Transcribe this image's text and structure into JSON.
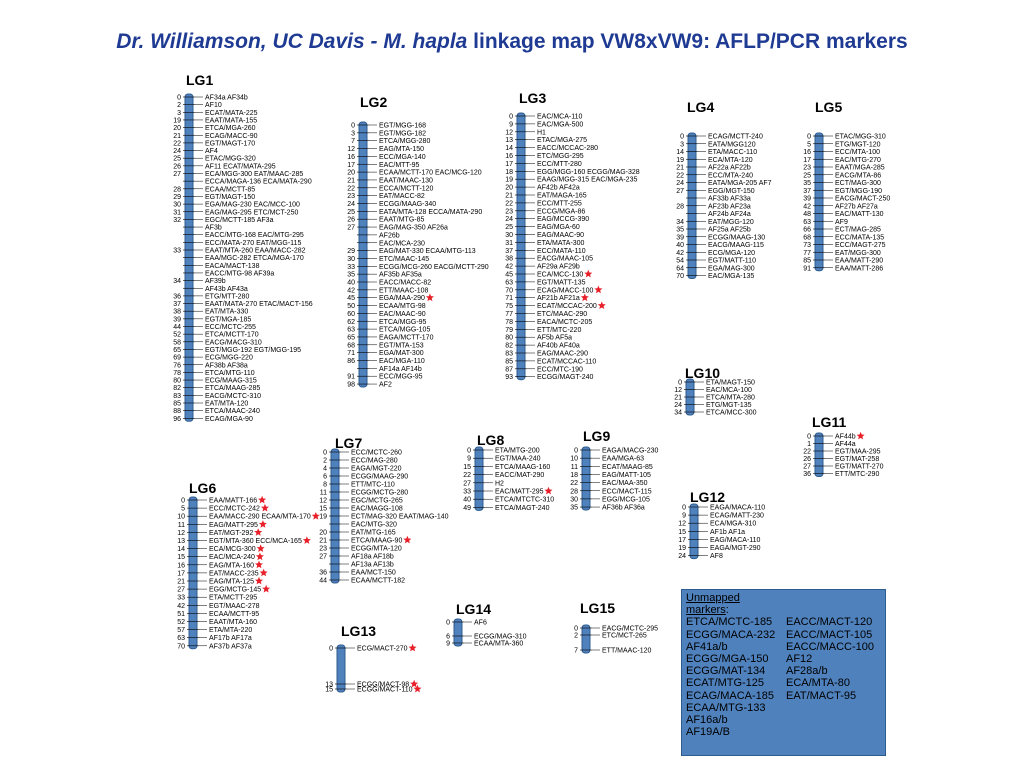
{
  "title": {
    "part1": "Dr. Williamson, UC Davis - M. hapla",
    "part2": " linkage map  VW8xVW9: AFLP/PCR markers"
  },
  "colors": {
    "title": "#1f3a93",
    "bar": "#4f81bd",
    "bar_outline": "#2f5c8f",
    "star": "#e8202a"
  },
  "groups": [
    {
      "name": "LG1",
      "markers": [
        {
          "pos": "0",
          "label": "AF34a AF34b"
        },
        {
          "pos": "2",
          "label": "AF10"
        },
        {
          "pos": "3",
          "label": "ECAT/MATA-225"
        },
        {
          "pos": "19",
          "label": "EAAT/MATA-155"
        },
        {
          "pos": "20",
          "label": "ETCA/MGA-260"
        },
        {
          "pos": "21",
          "label": "ECAG/MACC-90"
        },
        {
          "pos": "22",
          "label": "EGT/MAGT-170"
        },
        {
          "pos": "24",
          "label": "AF4"
        },
        {
          "pos": "25",
          "label": "ETAC/MGG-320"
        },
        {
          "pos": "26",
          "label": "AF11 ECAT/MATA-295"
        },
        {
          "pos": "27",
          "label": "ECA/MGG-300 EAT/MAAC-285"
        },
        {
          "pos": "",
          "label": "ECCA/MAGA-136 ECA/MATA-290"
        },
        {
          "pos": "28",
          "label": "ECAA/MCTT-85"
        },
        {
          "pos": "29",
          "label": "EGT/MAGT-150"
        },
        {
          "pos": "30",
          "label": "EGA/MAG-230 EAC/MCC-100"
        },
        {
          "pos": "31",
          "label": "EAG/MAG-295 ETC/MCT-250"
        },
        {
          "pos": "32",
          "label": "EGC/MCTT-185 AF3a"
        },
        {
          "pos": "",
          "label": "AF3b"
        },
        {
          "pos": "",
          "label": "EACC/MTG-168 EAC/MTG-295"
        },
        {
          "pos": "",
          "label": "ECC/MATA-270 EAT/MGG-115"
        },
        {
          "pos": "33",
          "label": "EAAT/MTA-260 EAA/MACC-282"
        },
        {
          "pos": "",
          "label": "EAA/MGC-282 ETCA/MGA-170"
        },
        {
          "pos": "",
          "label": "EACA/MACT-138"
        },
        {
          "pos": "",
          "label": "EACC/MTG-98 AF39a"
        },
        {
          "pos": "34",
          "label": "AF39b"
        },
        {
          "pos": "",
          "label": "AF43b AF43a"
        },
        {
          "pos": "36",
          "label": "ETG/MTT-280"
        },
        {
          "pos": "37",
          "label": "EAAT/MATA-270 ETAC/MACT-156"
        },
        {
          "pos": "38",
          "label": "EAT/MTA-330"
        },
        {
          "pos": "39",
          "label": "EGT/MGA-185"
        },
        {
          "pos": "44",
          "label": "ECC/MCTC-255"
        },
        {
          "pos": "52",
          "label": "ETCA/MCTT-170"
        },
        {
          "pos": "58",
          "label": "EACG/MACG-310"
        },
        {
          "pos": "65",
          "label": "EGT/MGG-192 EGT/MGG-195"
        },
        {
          "pos": "69",
          "label": "ECG/MGG-220"
        },
        {
          "pos": "76",
          "label": "AF38b AF38a"
        },
        {
          "pos": "78",
          "label": "ETCA/MTG-110"
        },
        {
          "pos": "80",
          "label": "ECG/MAAG-315"
        },
        {
          "pos": "82",
          "label": "ETCA/MAAG-285"
        },
        {
          "pos": "83",
          "label": "EACG/MCTC-310"
        },
        {
          "pos": "85",
          "label": "EAT/MTA-120"
        },
        {
          "pos": "88",
          "label": "ETCA/MAAC-240"
        },
        {
          "pos": "96",
          "label": "ECAG/MGA-90"
        }
      ]
    },
    {
      "name": "LG2",
      "markers": [
        {
          "pos": "0",
          "label": "EGT/MGG-168"
        },
        {
          "pos": "3",
          "label": "EGT/MGG-182"
        },
        {
          "pos": "7",
          "label": "ETCA/MGG-280"
        },
        {
          "pos": "12",
          "label": "EAG/MTA-150"
        },
        {
          "pos": "16",
          "label": "ECC/MGA-140"
        },
        {
          "pos": "17",
          "label": "EAC/MTT-95"
        },
        {
          "pos": "20",
          "label": "ECAA/MCTT-170 EAC/MCG-120"
        },
        {
          "pos": "21",
          "label": "EAAT/MAAC-130"
        },
        {
          "pos": "22",
          "label": "ECCA/MCTT-120"
        },
        {
          "pos": "23",
          "label": "EAT/MACC-82"
        },
        {
          "pos": "24",
          "label": "ECGG/MAAG-340"
        },
        {
          "pos": "25",
          "label": "EATA/MTA-128 ECCA/MATA-290"
        },
        {
          "pos": "26",
          "label": "EAAT/MTG-85"
        },
        {
          "pos": "27",
          "label": "EAG/MAG-350 AF26a"
        },
        {
          "pos": "",
          "label": "AF26b"
        },
        {
          "pos": "",
          "label": "EAC/MCA-230"
        },
        {
          "pos": "29",
          "label": "EAG/MAT-330 ECAA/MTG-113"
        },
        {
          "pos": "30",
          "label": "ETC/MAAC-145"
        },
        {
          "pos": "33",
          "label": "ECGG/MCG-260 EACG/MCTT-290"
        },
        {
          "pos": "35",
          "label": "AF35b AF35a"
        },
        {
          "pos": "40",
          "label": "EACC/MACC-82"
        },
        {
          "pos": "42",
          "label": "ETT/MAAC-108"
        },
        {
          "pos": "45",
          "label": "EGA/MAA-290",
          "star": true
        },
        {
          "pos": "50",
          "label": "ECAA/MTG-98"
        },
        {
          "pos": "60",
          "label": "EAC/MAAC-90"
        },
        {
          "pos": "62",
          "label": "ETCA/MGG-95"
        },
        {
          "pos": "63",
          "label": "ETCA/MGG-105"
        },
        {
          "pos": "65",
          "label": "EAGA/MCTT-170"
        },
        {
          "pos": "68",
          "label": "EGT/MTA-153"
        },
        {
          "pos": "71",
          "label": "EGA/MAT-300"
        },
        {
          "pos": "86",
          "label": "EAC/MGA-110"
        },
        {
          "pos": "",
          "label": "AF14a AF14b"
        },
        {
          "pos": "91",
          "label": "ECC/MGG-95"
        },
        {
          "pos": "98",
          "label": "AF2"
        }
      ]
    },
    {
      "name": "LG3",
      "markers": [
        {
          "pos": "0",
          "label": "EAC/MCA-110"
        },
        {
          "pos": "9",
          "label": "EAC/MGA-500"
        },
        {
          "pos": "12",
          "label": "H1"
        },
        {
          "pos": "13",
          "label": "ETAC/MGA-275"
        },
        {
          "pos": "14",
          "label": "EACC/MCCAC-280"
        },
        {
          "pos": "16",
          "label": "ETC/MGG-295"
        },
        {
          "pos": "17",
          "label": "ECC/MTT-280"
        },
        {
          "pos": "18",
          "label": "EGG/MGG-160 ECGG/MAG-328"
        },
        {
          "pos": "19",
          "label": "EAAG/MGG-315 EAC/MGA-235"
        },
        {
          "pos": "20",
          "label": "AF42b AF42a"
        },
        {
          "pos": "21",
          "label": "EAT/MAGA-165"
        },
        {
          "pos": "22",
          "label": "ECC/MTT-255"
        },
        {
          "pos": "23",
          "label": "ECCG/MGA-86"
        },
        {
          "pos": "24",
          "label": "EAG/MCCG-390"
        },
        {
          "pos": "25",
          "label": "EAG/MGA-60"
        },
        {
          "pos": "30",
          "label": "EAG/MAAC-90"
        },
        {
          "pos": "31",
          "label": "ETA/MATA-300"
        },
        {
          "pos": "37",
          "label": "ECC/MATA-110"
        },
        {
          "pos": "38",
          "label": "EACG/MAAC-105"
        },
        {
          "pos": "42",
          "label": "AF29a AF29b"
        },
        {
          "pos": "45",
          "label": "ECA/MCC-130",
          "star": true
        },
        {
          "pos": "63",
          "label": "EGT/MATT-135"
        },
        {
          "pos": "70",
          "label": "ECAG/MACC-100",
          "star": true
        },
        {
          "pos": "71",
          "label": "AF21b AF21a",
          "star": true
        },
        {
          "pos": "75",
          "label": "ECAT/MCCAC-200",
          "star": true
        },
        {
          "pos": "77",
          "label": "ETC/MAAC-290"
        },
        {
          "pos": "78",
          "label": "EACA/MCTC-205"
        },
        {
          "pos": "79",
          "label": "ETT/MTC-220"
        },
        {
          "pos": "80",
          "label": "AF5b AF5a"
        },
        {
          "pos": "82",
          "label": "AF40b AF40a"
        },
        {
          "pos": "83",
          "label": "EAG/MAAC-290"
        },
        {
          "pos": "85",
          "label": "ECAT/MCCAC-110"
        },
        {
          "pos": "87",
          "label": "ECC/MTC-190"
        },
        {
          "pos": "93",
          "label": "ECGG/MAGT-240"
        }
      ]
    },
    {
      "name": "LG4",
      "markers": [
        {
          "pos": "0",
          "label": "ECAG/MCTT-240"
        },
        {
          "pos": "3",
          "label": "EATA/MGG120"
        },
        {
          "pos": "14",
          "label": "ETA/MACC-110"
        },
        {
          "pos": "19",
          "label": "ECA/MTA-120"
        },
        {
          "pos": "21",
          "label": "AF22a AF22b"
        },
        {
          "pos": "22",
          "label": "ECC/MTA-240"
        },
        {
          "pos": "24",
          "label": "EATA/MGA-205 AF7"
        },
        {
          "pos": "27",
          "label": "EGG/MGT-150"
        },
        {
          "pos": "",
          "label": "AF33b AF33a"
        },
        {
          "pos": "28",
          "label": "AF23b AF23a"
        },
        {
          "pos": "",
          "label": "AF24b AF24a"
        },
        {
          "pos": "34",
          "label": "EAT/MGG-120"
        },
        {
          "pos": "35",
          "label": "AF25a AF25b"
        },
        {
          "pos": "39",
          "label": "ECGG/MAAG-130"
        },
        {
          "pos": "40",
          "label": "EACG/MAAG-115"
        },
        {
          "pos": "42",
          "label": "ECG/MGA-120"
        },
        {
          "pos": "54",
          "label": "EGT/MATT-110"
        },
        {
          "pos": "64",
          "label": "EGA/MAG-300"
        },
        {
          "pos": "70",
          "label": "EAC/MGA-135"
        }
      ]
    },
    {
      "name": "LG5",
      "markers": [
        {
          "pos": "0",
          "label": "ETAC/MGG-310"
        },
        {
          "pos": "5",
          "label": "ETG/MGT-120"
        },
        {
          "pos": "16",
          "label": "ECC/MTA-100"
        },
        {
          "pos": "17",
          "label": "EAC/MTG-270"
        },
        {
          "pos": "23",
          "label": "EAAT/MGA-285"
        },
        {
          "pos": "25",
          "label": "EACG/MTA-86"
        },
        {
          "pos": "35",
          "label": "ECT/MAG-300"
        },
        {
          "pos": "37",
          "label": "EGT/MGG-190"
        },
        {
          "pos": "39",
          "label": "EACG/MACT-250"
        },
        {
          "pos": "42",
          "label": "AF27b AF27a"
        },
        {
          "pos": "48",
          "label": "EAC/MATT-130"
        },
        {
          "pos": "63",
          "label": "AF9"
        },
        {
          "pos": "66",
          "label": "ECT/MAG-285"
        },
        {
          "pos": "68",
          "label": "ECC/MATA-135"
        },
        {
          "pos": "73",
          "label": "ECC/MAGT-275"
        },
        {
          "pos": "77",
          "label": "EAT/MGG-300"
        },
        {
          "pos": "85",
          "label": "EAA/MATT-290"
        },
        {
          "pos": "91",
          "label": "EAA/MATT-286"
        }
      ]
    },
    {
      "name": "LG6",
      "markers": [
        {
          "pos": "0",
          "label": "EAA/MATT-166",
          "star": true
        },
        {
          "pos": "5",
          "label": "ECC/MCTC-242",
          "star": true
        },
        {
          "pos": "10",
          "label": "EAA/MACC-290 ECAA/MTA-170",
          "star": true
        },
        {
          "pos": "11",
          "label": "EAG/MATT-295",
          "star": true
        },
        {
          "pos": "12",
          "label": "EAT/MGT-292",
          "star": true
        },
        {
          "pos": "13",
          "label": "EGT/MTA-360 ECC/MCA-165",
          "star": true
        },
        {
          "pos": "14",
          "label": "ECA/MCG-300",
          "star": true
        },
        {
          "pos": "15",
          "label": "EAC/MCA-240",
          "star": true
        },
        {
          "pos": "16",
          "label": "EAG/MTA-160",
          "star": true
        },
        {
          "pos": "17",
          "label": "EAT/MACC-235",
          "star": true
        },
        {
          "pos": "21",
          "label": "EAG/MTA-125",
          "star": true
        },
        {
          "pos": "27",
          "label": "EGG/MCTG-145",
          "star": true
        },
        {
          "pos": "33",
          "label": "ETA/MCTT-295"
        },
        {
          "pos": "42",
          "label": "EGT/MAAC-278"
        },
        {
          "pos": "51",
          "label": "ECAA/MCTT-95"
        },
        {
          "pos": "52",
          "label": "EAAT/MTA-160"
        },
        {
          "pos": "57",
          "label": "ETA/MTA-220"
        },
        {
          "pos": "63",
          "label": "AF17b AF17a"
        },
        {
          "pos": "70",
          "label": "AF37b AF37a"
        }
      ]
    },
    {
      "name": "LG7",
      "markers": [
        {
          "pos": "0",
          "label": "ECC/MCTC-260"
        },
        {
          "pos": "2",
          "label": "ECC/MAG-280"
        },
        {
          "pos": "4",
          "label": "EAGA/MGT-220"
        },
        {
          "pos": "6",
          "label": "ECGG/MAAG-290"
        },
        {
          "pos": "8",
          "label": "ETT/MTC-110"
        },
        {
          "pos": "11",
          "label": "ECGG/MCTG-280"
        },
        {
          "pos": "12",
          "label": "EGC/MCTG-265"
        },
        {
          "pos": "15",
          "label": "EAC/MAGG-108"
        },
        {
          "pos": "19",
          "label": "ECT/MAG-320 EAAT/MAG-140"
        },
        {
          "pos": "",
          "label": "EAC/MTG-320"
        },
        {
          "pos": "20",
          "label": "EAT/MTG-165"
        },
        {
          "pos": "21",
          "label": "ETCA/MAAG-90",
          "star": true
        },
        {
          "pos": "23",
          "label": "ECGG/MTA-120"
        },
        {
          "pos": "27",
          "label": "AF18a AF18b"
        },
        {
          "pos": "",
          "label": "AF13a AF13b"
        },
        {
          "pos": "36",
          "label": "EAA/MCT-150"
        },
        {
          "pos": "44",
          "label": "ECAA/MCTT-182"
        }
      ]
    },
    {
      "name": "LG8",
      "markers": [
        {
          "pos": "0",
          "label": "ETA/MTG-200"
        },
        {
          "pos": "9",
          "label": "EGT/MAA-240"
        },
        {
          "pos": "15",
          "label": "ETCA/MAAG-160"
        },
        {
          "pos": "22",
          "label": "EACC/MAT-290"
        },
        {
          "pos": "27",
          "label": "H2"
        },
        {
          "pos": "33",
          "label": "EAC/MATT-295",
          "star": true
        },
        {
          "pos": "40",
          "label": "ETCA/MTCTC-310"
        },
        {
          "pos": "49",
          "label": "ETCA/MAGT-240"
        }
      ]
    },
    {
      "name": "LG9",
      "markers": [
        {
          "pos": "0",
          "label": "EAGA/MACG-230"
        },
        {
          "pos": "10",
          "label": "EAA/MGA-63"
        },
        {
          "pos": "11",
          "label": "ECAT/MAAG-85"
        },
        {
          "pos": "18",
          "label": "EAG/MATT-105"
        },
        {
          "pos": "22",
          "label": "EAC/MAA-350"
        },
        {
          "pos": "28",
          "label": "ECC/MACT-115"
        },
        {
          "pos": "30",
          "label": "EGG/MCG-105"
        },
        {
          "pos": "35",
          "label": "AF36b AF36a"
        }
      ]
    },
    {
      "name": "LG10",
      "markers": [
        {
          "pos": "0",
          "label": "ETA/MAGT-150"
        },
        {
          "pos": "12",
          "label": "EAC/MCA-100"
        },
        {
          "pos": "21",
          "label": "ETCA/MTA-280"
        },
        {
          "pos": "24",
          "label": "ETG/MGT-135"
        },
        {
          "pos": "34",
          "label": "ETCA/MCC-300"
        }
      ]
    },
    {
      "name": "LG11",
      "markers": [
        {
          "pos": "0",
          "label": "AF44b",
          "star": true
        },
        {
          "pos": "1",
          "label": "AF44a"
        },
        {
          "pos": "22",
          "label": "EGT/MAA-295"
        },
        {
          "pos": "26",
          "label": "EGT/MAT-258"
        },
        {
          "pos": "27",
          "label": "EGT/MATT-270"
        },
        {
          "pos": "36",
          "label": "ETT/MTC-290"
        }
      ]
    },
    {
      "name": "LG12",
      "markers": [
        {
          "pos": "0",
          "label": "EAGA/MACA-110"
        },
        {
          "pos": "9",
          "label": "ECAG/MATT-230"
        },
        {
          "pos": "12",
          "label": "ECA/MGA-310"
        },
        {
          "pos": "15",
          "label": "AF1b AF1a"
        },
        {
          "pos": "17",
          "label": "EAG/MACA-110"
        },
        {
          "pos": "19",
          "label": "EAGA/MGT-290"
        },
        {
          "pos": "24",
          "label": "AF8"
        }
      ]
    },
    {
      "name": "LG13",
      "markers": [
        {
          "pos": "0",
          "label": "ECG/MACT-270",
          "star": true
        },
        {
          "pos": "13",
          "label": "ECGG/MACT-98",
          "star": true
        },
        {
          "pos": "15",
          "label": "ECGG/MACT-110",
          "star": true
        }
      ]
    },
    {
      "name": "LG14",
      "markers": [
        {
          "pos": "0",
          "label": "AF6"
        },
        {
          "pos": "6",
          "label": "ECGG/MAG-310"
        },
        {
          "pos": "9",
          "label": "ECAA/MTA-360"
        }
      ]
    },
    {
      "name": "LG15",
      "markers": [
        {
          "pos": "0",
          "label": "EACG/MCTC-295"
        },
        {
          "pos": "2",
          "label": "ETC/MCT-265"
        },
        {
          "pos": "7",
          "label": "ETT/MAAC-120"
        }
      ]
    }
  ],
  "unmapped": {
    "title_line1": "Unmapped",
    "title_line2": "markers",
    "colon": ":",
    "col1": [
      "ETCA/MCTC-185",
      "ECGG/MACA-232",
      "AF41a/b",
      "ECGG/MGA-150",
      "ECGG/MAT-134",
      "ECAT/MTG-125",
      "ECAG/MACA-185",
      "ECAA/MTG-133",
      "AF16a/b",
      "AF19A/B"
    ],
    "col2": [
      "EACC/MACT-120",
      "EACC/MACT-105",
      "EACC/MACC-100",
      "AF12",
      "AF28a/b",
      "ECA/MTA-80",
      "EAT/MACT-95"
    ]
  }
}
